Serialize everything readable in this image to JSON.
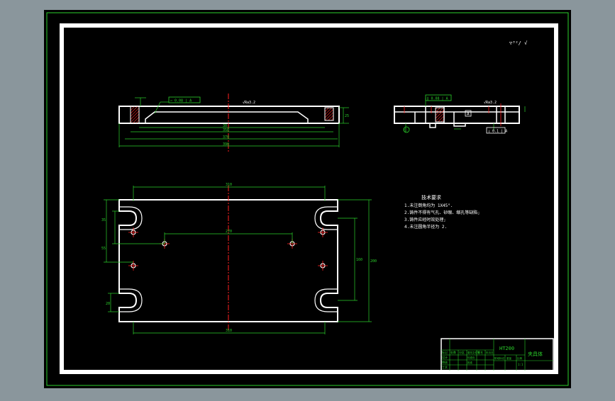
{
  "drawing": {
    "background": "#000000",
    "frame_color": "#ffffff",
    "line_color": "#ffffff",
    "dimension_color": "#00ff00",
    "centerline_color": "#ff0000",
    "hatch_color": "#ff0000",
    "viewport_bg": "#8a969c"
  },
  "surface_finish_note": "▽³²/ √",
  "roughness_labels": {
    "front": "√Ra3.2",
    "side": "√Ra3.2"
  },
  "tolerance_frames": {
    "front": "▱ 0.08 | A",
    "side_top": "∥ 0.08 | A",
    "side_right": "⊥ 0.1 | A"
  },
  "datums": {
    "side_label": "A",
    "side_bottom": "①"
  },
  "dimensions": {
    "front_inner": "30",
    "front_mid": "350",
    "front_total": "370",
    "front_outer": "390",
    "front_right": "25",
    "plan_top": "310",
    "plan_holes": "270",
    "plan_bottom": "310",
    "plan_right": "160",
    "plan_far_right": "200",
    "plan_left_a": "35",
    "plan_left_b": "55",
    "plan_slot": "20"
  },
  "notes": {
    "title": "技术要求",
    "items": [
      "1.未注倒角均为 1X45°.",
      "2.铸件不得有气孔、砂眼、缩孔等缺陷;",
      "3.铸件应经时效处理;",
      "4.未注圆角半径为 2."
    ]
  },
  "title_block": {
    "material": "HT200",
    "part_name": "夹具体",
    "header_cells": [
      "标记",
      "处数",
      "分区",
      "更改文件号",
      "签名",
      "年月日"
    ],
    "rows": [
      "设计",
      "审核",
      "工艺"
    ],
    "cells": [
      "标准化",
      "批准"
    ],
    "right_headers": [
      "阶段标记",
      "重量",
      "比例"
    ],
    "scale": "1:1"
  }
}
